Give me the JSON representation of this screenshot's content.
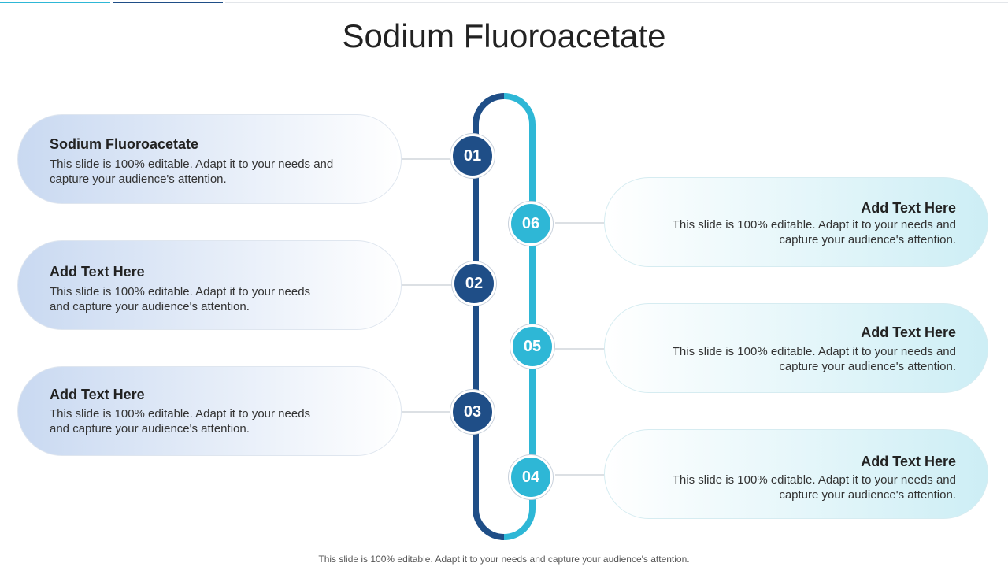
{
  "slide": {
    "title": "Sodium Fluoroacetate",
    "footer": "This slide is 100% editable. Adapt it to your needs and capture your audience's attention."
  },
  "colors": {
    "dark_accent": "#1f4e87",
    "light_accent": "#2eb7d6"
  },
  "items_left": [
    {
      "number": "01",
      "title": "Sodium Fluoroacetate",
      "desc_line1": "This slide is 100% editable. Adapt it to your needs and",
      "desc_line2": "capture your audience's attention."
    },
    {
      "number": "02",
      "title": "Add Text Here",
      "desc_line1": "This slide is 100% editable. Adapt it to your needs",
      "desc_line2": "and capture your audience's attention."
    },
    {
      "number": "03",
      "title": "Add Text Here",
      "desc_line1": "This slide is 100% editable. Adapt it to your needs",
      "desc_line2": "and capture your audience's attention."
    }
  ],
  "items_right": [
    {
      "number": "06",
      "title": "Add Text Here",
      "desc_line1": "This slide is 100% editable. Adapt it to your needs and",
      "desc_line2": "capture your audience's attention."
    },
    {
      "number": "05",
      "title": "Add Text Here",
      "desc_line1": "This slide is 100% editable. Adapt it to your needs and",
      "desc_line2": "capture your audience's attention."
    },
    {
      "number": "04",
      "title": "Add Text Here",
      "desc_line1": "This slide is 100% editable. Adapt it to your needs and",
      "desc_line2": "capture your audience's attention."
    }
  ]
}
